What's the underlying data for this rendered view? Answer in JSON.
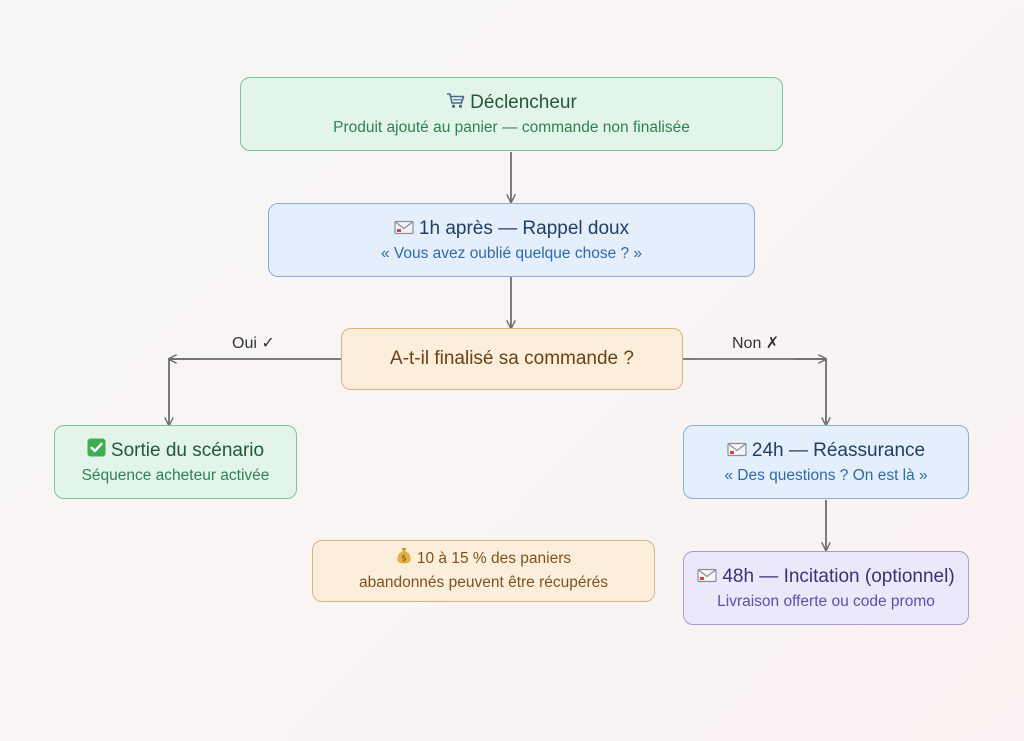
{
  "diagram": {
    "trigger": {
      "title": "Déclencheur",
      "subtitle": "Produit ajouté au panier — commande non finalisée",
      "icon": "shopping-cart-icon"
    },
    "reminder_1h": {
      "title": "1h après — Rappel doux",
      "subtitle": "« Vous avez oublié quelque chose ? »",
      "icon": "envelope-icon"
    },
    "decision": {
      "question": "A-t-il finalisé sa commande ?"
    },
    "branches": {
      "yes_label": "Oui ✓",
      "no_label": "Non ✗"
    },
    "exit": {
      "title": "Sortie du scénario",
      "subtitle": "Séquence acheteur activée",
      "icon": "check-mark-icon"
    },
    "reassurance_24h": {
      "title": "24h — Réassurance",
      "subtitle": "« Des questions ? On est là »",
      "icon": "envelope-icon"
    },
    "incentive_48h": {
      "title": "48h — Incitation (optionnel)",
      "subtitle": "Livraison offerte ou code promo",
      "icon": "envelope-icon"
    },
    "stat_note": {
      "line1": "10 à 15 % des paniers",
      "line2": "abandonnés peuvent être récupérés",
      "icon": "money-bag-icon"
    }
  },
  "colors": {
    "green": "#7cc49a",
    "blue": "#86aedb",
    "orange": "#dcb37a",
    "purple": "#a69cd8",
    "connector": "#6e6e6e"
  }
}
